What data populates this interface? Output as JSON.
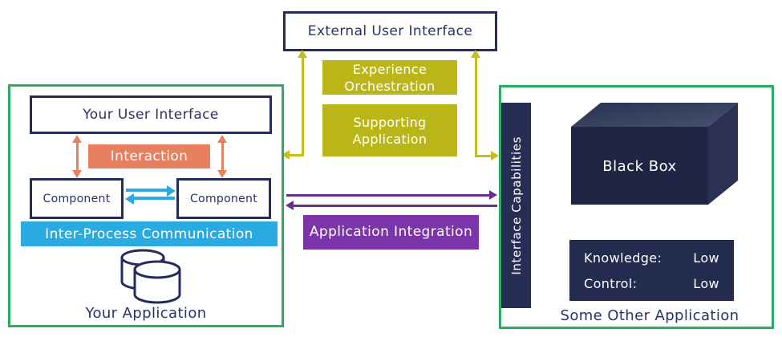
{
  "external_ui": {
    "label": "External User Interface"
  },
  "middleware": {
    "experience_orchestration": "Experience Orchestration",
    "supporting_application": "Supporting Application",
    "application_integration": "Application Integration"
  },
  "your_application": {
    "label": "Your Application",
    "user_interface": "Your User Interface",
    "interaction": "Interaction",
    "component_left": "Component",
    "component_right": "Component",
    "ipc": "Inter-Process Communication"
  },
  "other_application": {
    "label": "Some Other Application",
    "interface_capabilities": "Interface Capabilities",
    "black_box": "Black Box",
    "metrics": [
      {
        "label": "Knowledge:",
        "value": "Low"
      },
      {
        "label": "Control:",
        "value": "Low"
      }
    ]
  },
  "icons": {
    "database": "database-cylinders-icon"
  },
  "colors": {
    "navy_border": "#242C5C",
    "navy_text": "#2A3166",
    "navy_fill": "#232B4E",
    "green": "#2BAC60",
    "olive": "#BBB618",
    "yellow_arrow": "#C4BE1D",
    "orange": "#E8805F",
    "cyan": "#29ABE2",
    "purple_box": "#7C35A9",
    "purple_arrow": "#6B2D91"
  }
}
